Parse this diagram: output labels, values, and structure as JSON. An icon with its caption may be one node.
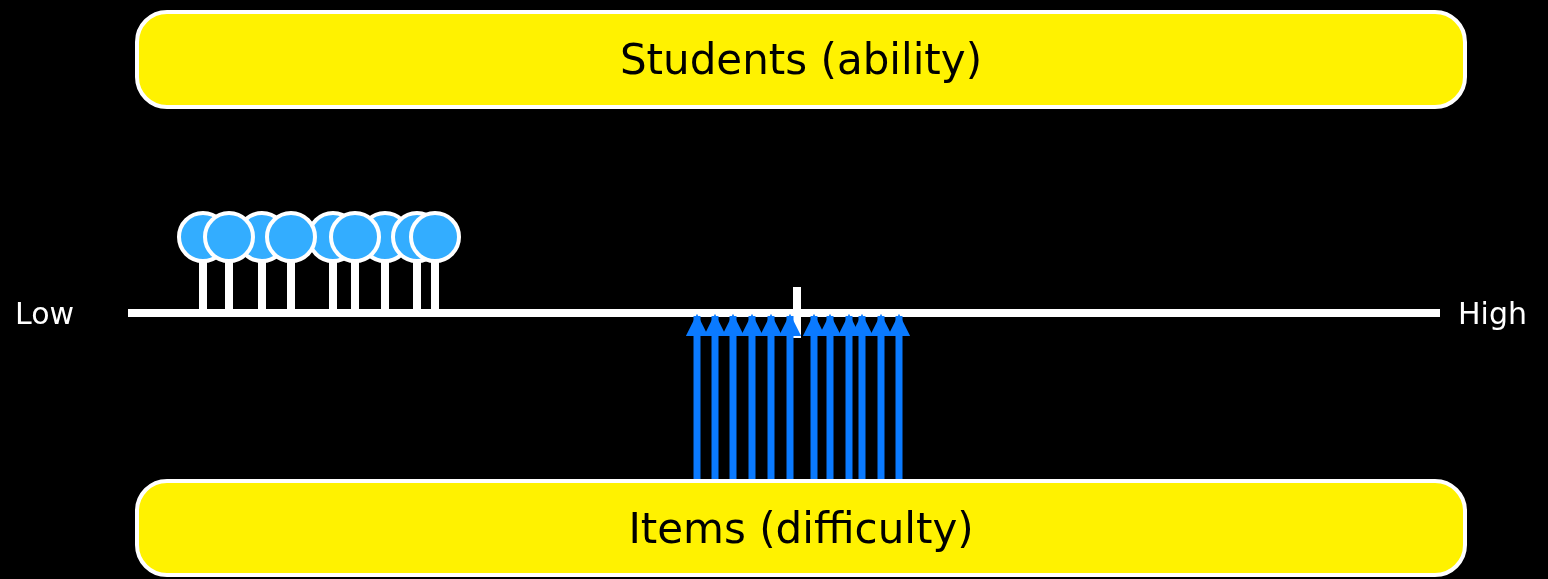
{
  "diagram": {
    "nodes": [
      {
        "text": [
          "Students (ability)"
        ]
      },
      {
        "text": [
          "Items (difficulty)"
        ]
      }
    ],
    "edges": [
      {
        "from": 1,
        "to": null,
        "arrow": "to"
      },
      {
        "from": 1,
        "to": null,
        "arrow": "to"
      },
      {
        "from": 1,
        "to": null,
        "arrow": "to"
      },
      {
        "from": 1,
        "to": null,
        "arrow": "to"
      },
      {
        "from": 1,
        "to": null,
        "arrow": "to"
      },
      {
        "from": 1,
        "to": null,
        "arrow": "to"
      },
      {
        "from": 1,
        "to": null,
        "arrow": "to"
      },
      {
        "from": 1,
        "to": null,
        "arrow": "to"
      },
      {
        "from": 1,
        "to": null,
        "arrow": "to"
      },
      {
        "from": 1,
        "to": null,
        "arrow": "to"
      },
      {
        "from": 1,
        "to": null,
        "arrow": "to"
      },
      {
        "from": 1,
        "to": null,
        "arrow": "to"
      }
    ],
    "labels": [
      "Low",
      "High"
    ]
  }
}
